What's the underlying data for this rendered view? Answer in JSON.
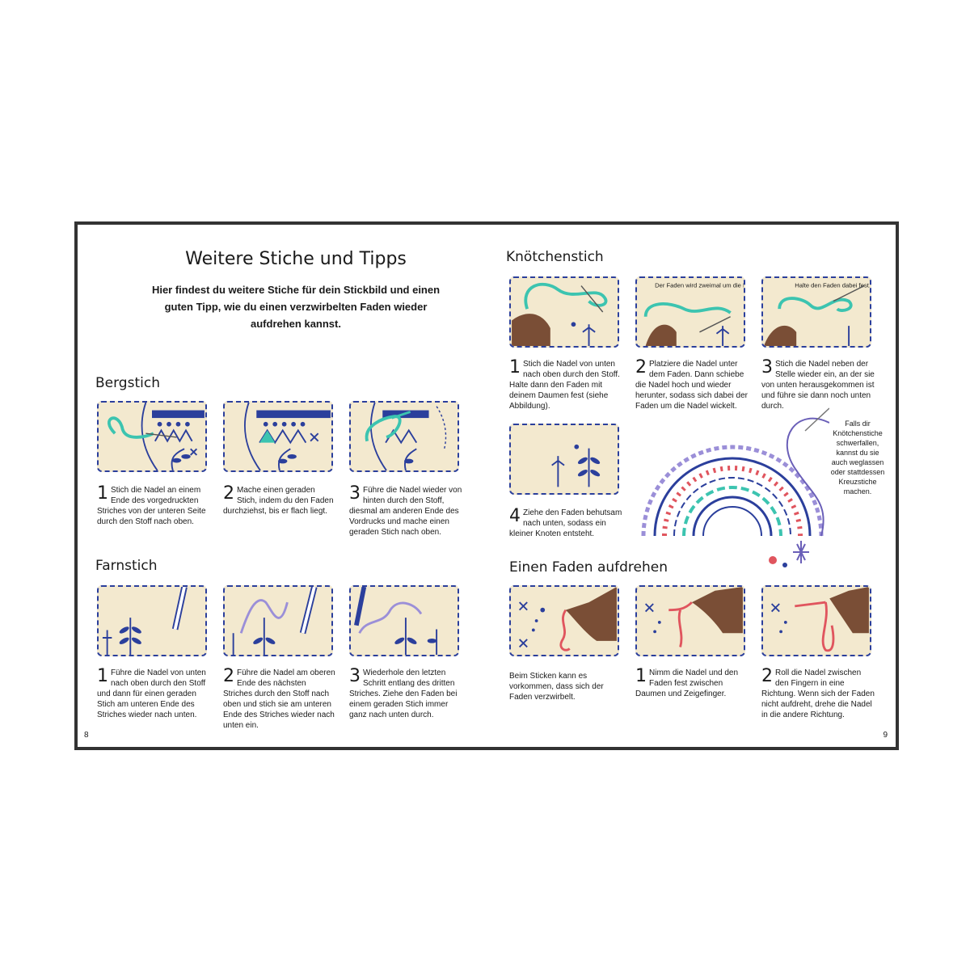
{
  "left": {
    "title": "Weitere Stiche und Tipps",
    "intro": "Hier findest du weitere Stiche für dein Stickbild und einen guten Tipp, wie du einen verzwirbelten Faden wieder aufdrehen kannst.",
    "page_number": "8",
    "bergstich": {
      "title": "Bergstich",
      "steps": [
        {
          "num": "1",
          "text": "Stich die Nadel an einem Ende des vorgedruckten Striches von der unteren Seite durch den Stoff nach oben."
        },
        {
          "num": "2",
          "text": "Mache einen geraden Stich, indem du den Faden durchziehst, bis er flach liegt."
        },
        {
          "num": "3",
          "text": "Führe die Nadel wieder von hinten durch den Stoff, diesmal am anderen Ende des Vordrucks und mache einen geraden Stich nach oben."
        }
      ]
    },
    "farnstich": {
      "title": "Farnstich",
      "steps": [
        {
          "num": "1",
          "text": "Führe die Nadel von unten nach oben durch den Stoff und dann für einen geraden Stich am unteren Ende des Striches wieder nach unten."
        },
        {
          "num": "2",
          "text": "Führe die Nadel am oberen Ende des nächsten Striches durch den Stoff nach oben und stich sie am unteren Ende des Striches wieder nach unten ein."
        },
        {
          "num": "3",
          "text": "Wiederhole den letzten Schritt entlang des dritten Striches. Ziehe den Faden bei einem geraden Stich immer ganz nach unten durch."
        }
      ]
    }
  },
  "right": {
    "page_number": "9",
    "knoetchenstich": {
      "title": "Knötchenstich",
      "labels": [
        "Der Faden wird zweimal um die Nadel gewickelt.",
        "Halte den Faden dabei fest."
      ],
      "steps": [
        {
          "num": "1",
          "text": "Stich die Nadel von unten nach oben durch den Stoff. Halte dann den Faden mit deinem Daumen fest (siehe Abbildung)."
        },
        {
          "num": "2",
          "text": "Platziere die Nadel unter dem Faden. Dann schiebe die Nadel hoch und wieder herunter, sodass sich dabei der Faden um die Nadel wickelt."
        },
        {
          "num": "3",
          "text": "Stich die Nadel neben der Stelle wieder ein, an der sie von unten herausgekommen ist und führe sie dann noch unten durch."
        },
        {
          "num": "4",
          "text": "Ziehe den Faden behutsam nach unten, sodass ein kleiner Knoten entsteht."
        }
      ],
      "tip": "Falls dir Knötchenstiche schwerfallen, kannst du sie auch weglassen oder stattdessen Kreuzstiche machen."
    },
    "aufdrehen": {
      "title": "Einen Faden aufdrehen",
      "intro": "Beim Sticken kann es vorkommen, dass sich der Faden verzwirbelt.",
      "steps": [
        {
          "num": "1",
          "text": "Nimm die Nadel und den Faden fest zwischen Daumen und Zeigefinger."
        },
        {
          "num": "2",
          "text": "Roll die Nadel zwischen den Fingern in eine Richtung. Wenn sich der Faden nicht aufdreht, drehe die Nadel in die andere Richtung."
        }
      ]
    }
  },
  "colors": {
    "blue": "#2b3f9c",
    "fabric": "#f3e9cf",
    "thread_teal": "#3cc4b0",
    "thread_lilac": "#9b8fd8",
    "thread_red": "#e0555e",
    "skin": "#7a4e36"
  }
}
